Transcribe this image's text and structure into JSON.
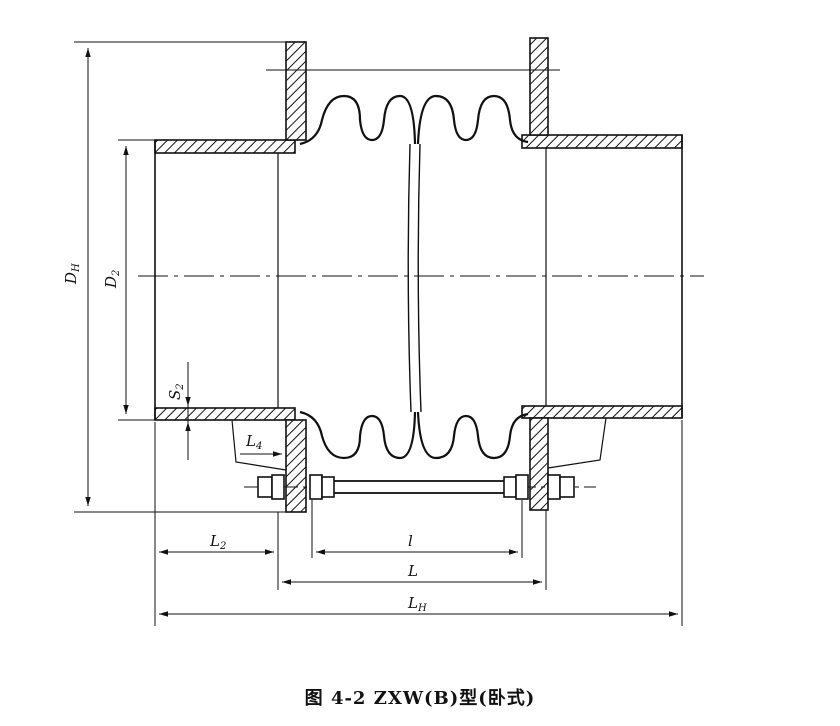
{
  "labels": {
    "DH": {
      "main": "D",
      "sub": "H"
    },
    "D2": {
      "main": "D",
      "sub": "2"
    },
    "S2": {
      "main": "S",
      "sub": "2"
    },
    "L4": {
      "main": "L",
      "sub": "4"
    },
    "L2": {
      "main": "L",
      "sub": "2"
    },
    "l": {
      "main": "l",
      "sub": ""
    },
    "L": {
      "main": "L",
      "sub": ""
    },
    "LH": {
      "main": "L",
      "sub": "H"
    }
  },
  "caption": "图 4-2   ZXW(B)型(卧式)"
}
